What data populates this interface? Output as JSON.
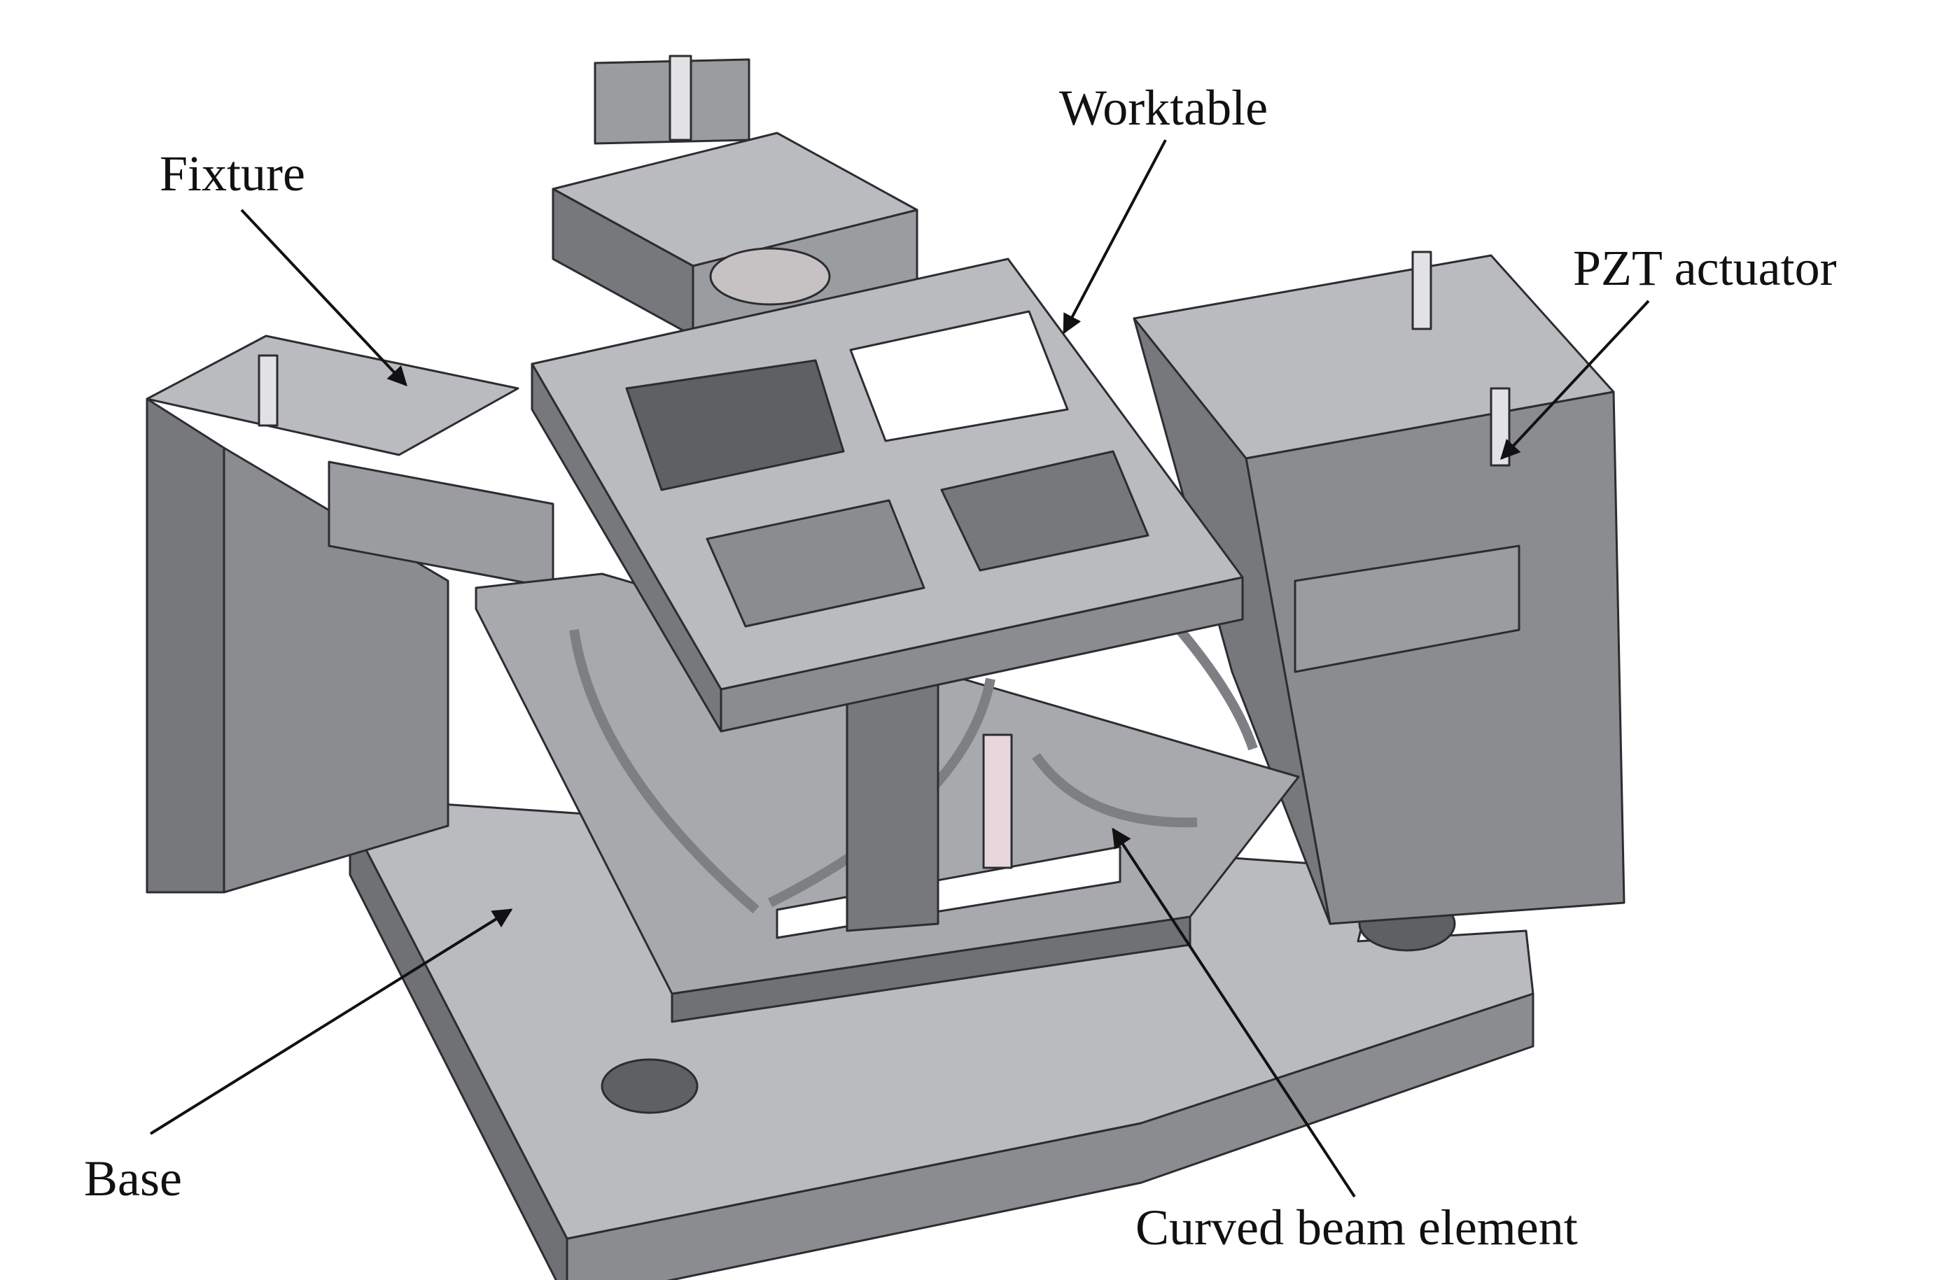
{
  "labels": {
    "fixture": "Fixture",
    "worktable": "Worktable",
    "pzt_actuator": "PZT actuator",
    "base": "Base",
    "curved_beam": "Curved beam element"
  },
  "colors": {
    "face_light": "#b9bbbe",
    "face_mid": "#9a9ca0",
    "face_dark": "#76787c",
    "face_darker": "#5e6064",
    "edge": "#2c2d30",
    "background": "#ffffff",
    "bolt": "#d9d2cc",
    "pin": "#e2e2e4",
    "pink_rod": "#e9d6dc",
    "arrow": "#111111"
  }
}
